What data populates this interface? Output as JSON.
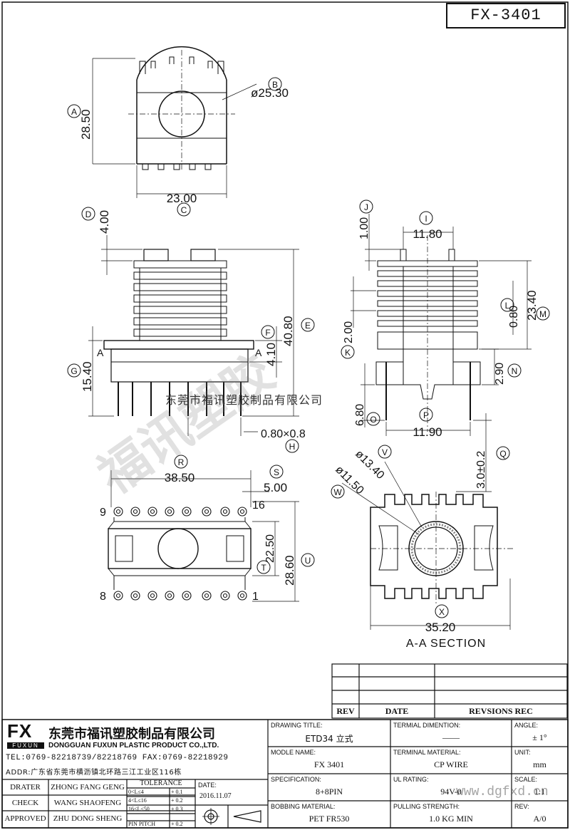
{
  "drawing_number": "FX-3401",
  "labels": {
    "A": "A",
    "B": "B",
    "C": "C",
    "D": "D",
    "E": "E",
    "F": "F",
    "G": "G",
    "H": "H",
    "I": "I",
    "J": "J",
    "K": "K",
    "L": "L",
    "M": "M",
    "N": "N",
    "O": "O",
    "P": "P",
    "Q": "Q",
    "R": "R",
    "S": "S",
    "T": "T",
    "U": "U",
    "V": "V",
    "W": "W",
    "X": "X"
  },
  "dimensions": {
    "A": "28.50",
    "B": "ø25.30",
    "C": "23.00",
    "D": "4.00",
    "E": "40.80",
    "F": "4.10",
    "G": "15.40",
    "H": "0.80×0.8",
    "I": "11.80",
    "J": "1.00",
    "K": "2.00",
    "L": "0.80",
    "M": "23.40",
    "N": "2.90",
    "O": "6.80",
    "P": "11.90",
    "Q": "3.0±0.2",
    "R": "38.50",
    "S": "5.00",
    "T": "22.50",
    "U": "28.60",
    "V": "ø13.40",
    "W": "ø11.50",
    "X": "35.20"
  },
  "pins": {
    "p9": "9",
    "p16": "16",
    "p8": "8",
    "p1": "1"
  },
  "section_marker": "A",
  "section_title": "A-A SECTION",
  "watermark_text": "东莞市福讯塑胶制品有限公司",
  "watermark_url": "www.dgfxd.cn",
  "watermark_big": "福讯塑胶",
  "rev_table": {
    "headers": [
      "REV",
      "DATE",
      "REVSIONS REC"
    ]
  },
  "company": {
    "logo": "FX",
    "logo_sub": "FUXUN",
    "name_cn": "东莞市福讯塑胶制品有限公司",
    "name_en": "DONGGUAN FUXUN PLASTIC PRODUCT CO.,LTD.",
    "tel_fax": "TEL:0769-82218739/82218769 FAX:0769-82218929",
    "addr": "ADDR:广东省东莞市横沥镇北环路三江工业区116栋"
  },
  "staff": [
    {
      "role": "DRATER",
      "name": "ZHONG FANG GENG"
    },
    {
      "role": "CHECK",
      "name": "WANG SHAOFENG"
    },
    {
      "role": "APPROVED",
      "name": "ZHU DONG SHENG"
    }
  ],
  "tolerance": {
    "title": "TOLERANCE",
    "rows": [
      {
        "range": "0<L≤4",
        "tol": "+ 0.1"
      },
      {
        "range": "4<L≤16",
        "tol": "+ 0.2"
      },
      {
        "range": "16<L≤50",
        "tol": "+ 0.3"
      },
      {
        "range": "PIN PITCH",
        "tol": "+ 0.2"
      }
    ]
  },
  "date": {
    "label": "DATE:",
    "value": "2016.11.07"
  },
  "fields": {
    "drawing_title": {
      "label": "DRAWING TITLE:",
      "value": "ETD34 立式"
    },
    "model_name": {
      "label": "MODLE NAME:",
      "value": "FX 3401"
    },
    "specification": {
      "label": "SPECIFICATION:",
      "value": "8+8PIN"
    },
    "bobbin_material": {
      "label": "BOBBING MATERIAL:",
      "value": "PET FR530"
    },
    "terminal_dimension": {
      "label": "TERMIAL DIMENTION:",
      "value": "——"
    },
    "terminal_material": {
      "label": "TERMINAL MATERIAL:",
      "value": "CP WIRE"
    },
    "ul_rating": {
      "label": "UL RATING:",
      "value": "94V-0"
    },
    "pulling_strength": {
      "label": "PULLING STRENGTH:",
      "value": "1.0 KG MIN"
    },
    "angle": {
      "label": "ANGLE:",
      "value": "± 1°"
    },
    "unit": {
      "label": "UNIT:",
      "value": "mm"
    },
    "scale": {
      "label": "SCALE:",
      "value": "1:1"
    },
    "rev": {
      "label": "REV:",
      "value": "A/0"
    }
  }
}
